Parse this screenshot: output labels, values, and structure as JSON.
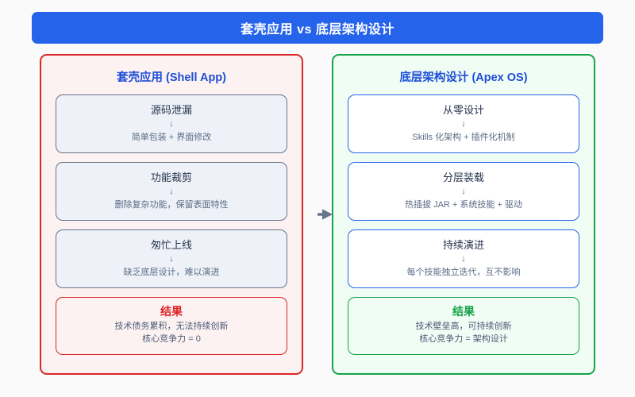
{
  "title": {
    "text": "套壳应用 vs 底层架构设计",
    "background": "#2563eb",
    "color": "#ffffff"
  },
  "connector": {
    "icon": "right-triangle-arrow-icon",
    "color": "#64748b"
  },
  "columns": [
    {
      "key": "shell",
      "header": "套壳应用 (Shell App)",
      "border_color": "#dc2626",
      "background": "#fdf2f2",
      "header_color": "#1d4ed8",
      "cards": [
        {
          "title": "源码泄漏",
          "arrow": "↓",
          "sub": "简单包装 + 界面修改"
        },
        {
          "title": "功能裁剪",
          "arrow": "↓",
          "sub": "删除复杂功能，保留表面特性"
        },
        {
          "title": "匆忙上线",
          "arrow": "↓",
          "sub": "缺乏底层设计，难以演进"
        }
      ],
      "result": {
        "title": "结果",
        "title_color": "#dc2626",
        "lines": [
          "技术债务累积，无法持续创新",
          "核心竞争力 = 0"
        ]
      }
    },
    {
      "key": "apex",
      "header": "底层架构设计 (Apex OS)",
      "border_color": "#16a34a",
      "background": "#f0fdf4",
      "header_color": "#1d4ed8",
      "cards": [
        {
          "title": "从零设计",
          "arrow": "↓",
          "sub": "Skills 化架构 + 插件化机制"
        },
        {
          "title": "分层装载",
          "arrow": "↓",
          "sub": "热插拔 JAR + 系统技能 + 驱动"
        },
        {
          "title": "持续演进",
          "arrow": "↓",
          "sub": "每个技能独立迭代，互不影响"
        }
      ],
      "result": {
        "title": "结果",
        "title_color": "#16a34a",
        "lines": [
          "技术壁垒高，可持续创新",
          "核心竞争力 = 架构设计"
        ]
      }
    }
  ]
}
